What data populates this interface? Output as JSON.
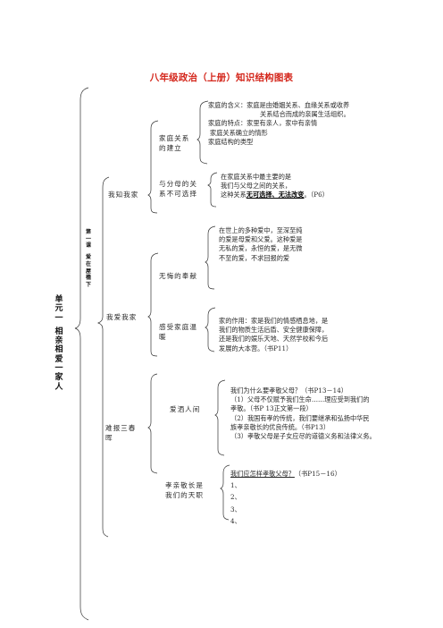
{
  "title": "八年级政治（上册）知识结构图表",
  "unit_title": "单元一 相亲相爱一家人",
  "lesson_title": "第一课 爱在屋檐下",
  "sections": [
    {
      "label": "我知我家",
      "subsections": [
        {
          "label_lines": [
            "家庭关系",
            "的建立"
          ],
          "detail_lines": [
            "家庭的含义：家庭是由婚姻关系、血缘关系或收养",
            "关系结合而成的亲属生活组织。",
            "家庭的特点：家里有亲人，家中有亲情",
            "家庭关系确立的情形",
            "家庭结构的类型"
          ]
        },
        {
          "label_lines": [
            "与分母的关",
            "系不可选择"
          ],
          "detail_lines": [
            "在家庭关系中最主要的是",
            "我们与父母之间的关系，",
            "这种关系"
          ],
          "emphasis": "无可选择、无法改变",
          "ref": "。（P6）"
        }
      ]
    },
    {
      "label": "我爱我家",
      "subsections": [
        {
          "label_lines": [
            "无悔的奉献"
          ],
          "detail_lines": [
            "在世上的多种爱中，至深至纯",
            "的爱是母爱和父爱。这种爱是",
            "无私的爱，永恒的爱，是无微",
            "不至的爱，不求回报的爱"
          ]
        },
        {
          "label_lines": [
            "感受家庭温",
            "暖"
          ],
          "detail_lines": [
            "家的作用：家是我们的情感栖息地，是",
            "我们的物质生活后盾、安全健康保障，",
            "还是我们的娱乐天地、天然学校和今后",
            "发展的大本营。（书P11）"
          ]
        }
      ]
    },
    {
      "label_lines": [
        "难报三春",
        "晖"
      ],
      "subsections": [
        {
          "label_lines": [
            "爱洒人间"
          ],
          "question": "我们为什么要孝敬父母？",
          "question_ref": "（书P13－14）",
          "detail_lines": [
            "（1）父母不仅赋予我们生命……理应受到我们的",
            "孝敬。（书P 13正文第一段）",
            "（2）我国有孝的传统，我们要继承和弘扬中华民",
            "族孝亲敬长的优良传统。（书P13）",
            "（3）孝敬父母是子女应尽的道德义务和法律义务。"
          ]
        },
        {
          "label_lines": [
            "孝亲敬长是",
            "我们的天职"
          ],
          "question": "我们应怎样孝敬父母？",
          "question_ref": "（书P15－16）",
          "detail_lines": [
            "1、",
            "2、",
            "3、",
            "4、"
          ]
        }
      ]
    }
  ]
}
